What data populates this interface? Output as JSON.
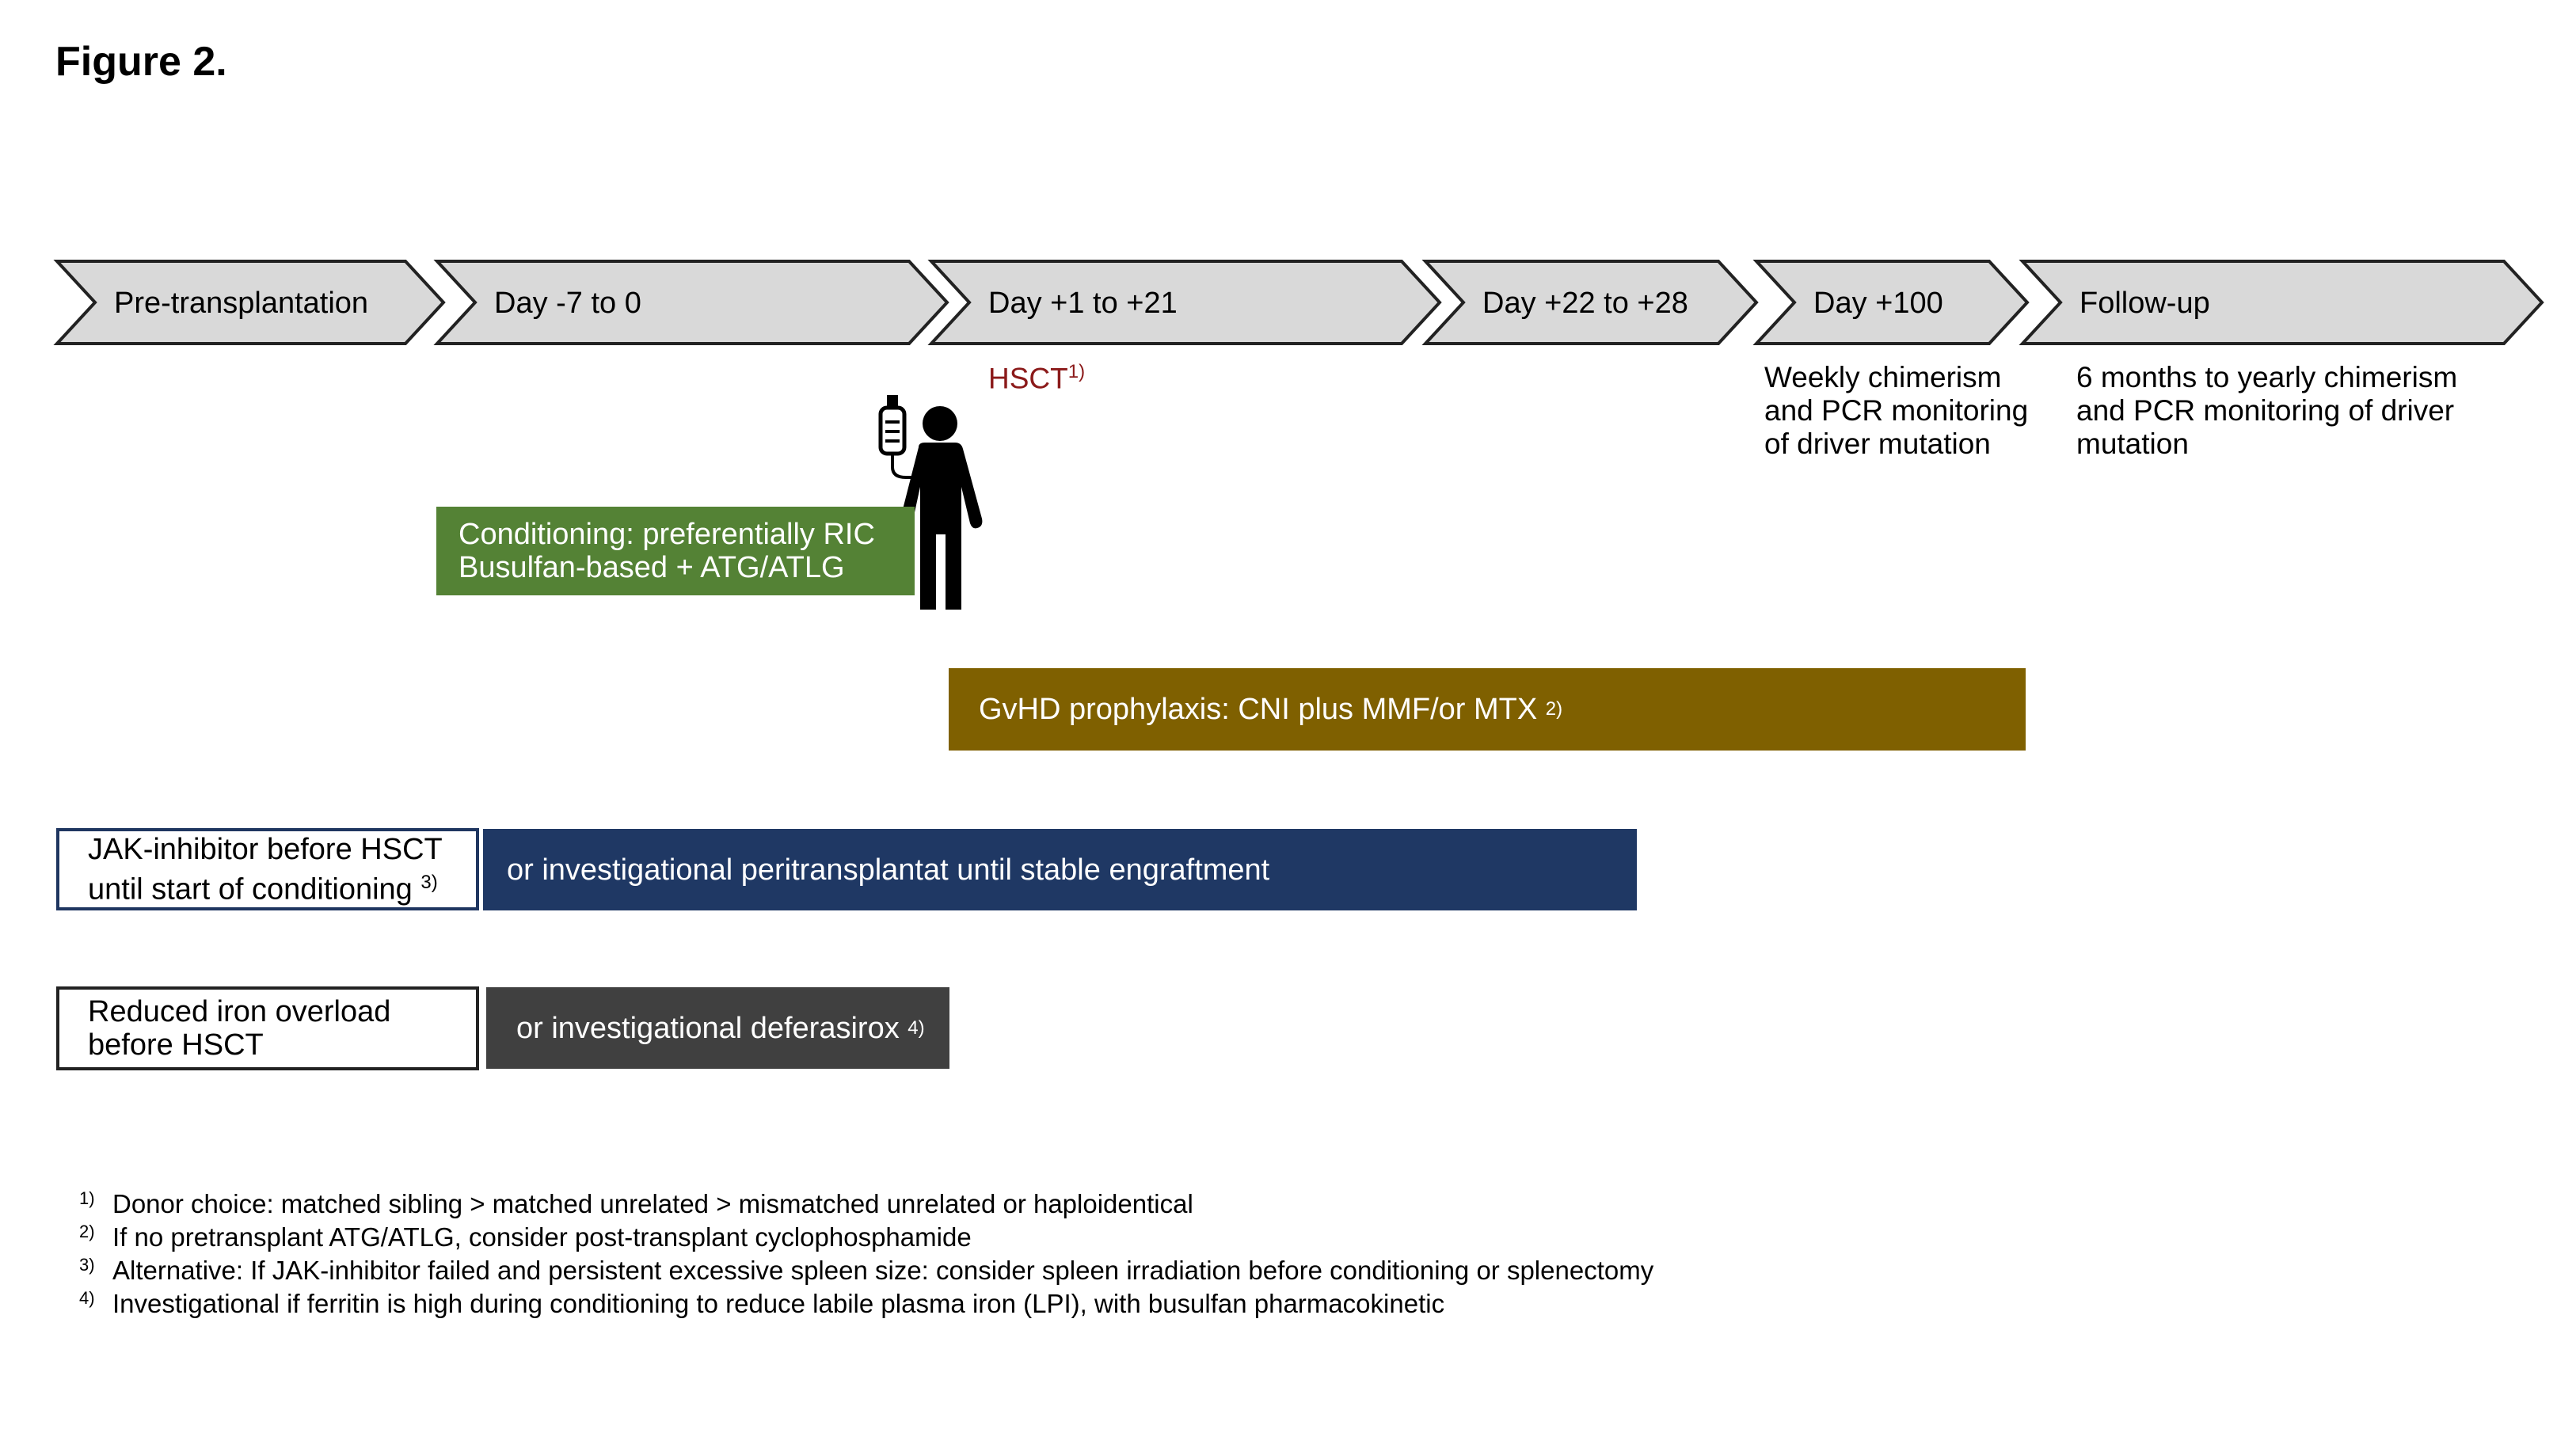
{
  "title": "Figure 2.",
  "timeline": {
    "stages": [
      "Pre-transplantation",
      "Day -7 to 0",
      "Day +1 to +21",
      "Day +22 to +28",
      "Day +100",
      "Follow-up"
    ]
  },
  "hsct": {
    "label": "HSCT",
    "ref": "1)"
  },
  "notes": {
    "day100": [
      "Weekly chimerism",
      "and PCR monitoring",
      "of driver mutation"
    ],
    "followup": [
      "6 months to yearly chimerism",
      "and PCR monitoring of driver",
      "mutation"
    ]
  },
  "bars": {
    "conditioning": [
      "Conditioning: preferentially RIC",
      "Busulfan-based + ATG/ATLG"
    ],
    "gvhd": {
      "text": "GvHD prophylaxis: CNI plus MMF/or MTX",
      "ref": "2)"
    },
    "jak_box": {
      "line1": "JAK-inhibitor before HSCT",
      "line2": "until start of conditioning",
      "ref": "3)"
    },
    "jak_bar": "or investigational peritransplantat until stable engraftment",
    "iron_box": [
      "Reduced iron overload",
      "before HSCT"
    ],
    "iron_bar": {
      "text": "or investigational deferasirox",
      "ref": "4)"
    }
  },
  "colors": {
    "chevron_fill": "#d9d9d9",
    "conditioning": "#548235",
    "gvhd": "#7f6000",
    "jak": "#1f3864",
    "iron": "#404040",
    "hsct_text": "#8b1a1a"
  },
  "footnotes": [
    {
      "num": "1)",
      "text": "Donor choice: matched sibling > matched unrelated > mismatched unrelated or haploidentical"
    },
    {
      "num": "2)",
      "text": "If no pretransplant ATG/ATLG,  consider post-transplant cyclophosphamide"
    },
    {
      "num": "3)",
      "text": "Alternative: If JAK-inhibitor failed and persistent excessive spleen size: consider spleen irradiation before conditioning or splenectomy"
    },
    {
      "num": "4)",
      "text": "Investigational if ferritin is high during conditioning to reduce labile plasma iron (LPI), with busulfan pharmacokinetic"
    }
  ]
}
